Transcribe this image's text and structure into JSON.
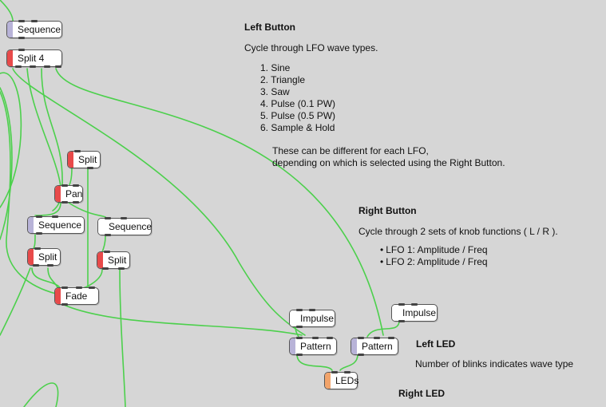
{
  "colors": {
    "wire": "#4cd04c",
    "sequence": "#b8b3d8",
    "split": "#e84a4a",
    "pan": "#e84a4a",
    "fade": "#e84a4a",
    "impulse": "#ffffff",
    "pattern": "#b8b3d8",
    "leds": "#f2a46b"
  },
  "nodes": {
    "seq_top": "Sequence",
    "split4": "Split 4",
    "split_a": "Split",
    "pan": "Pan",
    "seq_left": "Sequence",
    "seq_right": "Sequence",
    "split_left": "Split",
    "split_right": "Split",
    "fade": "Fade",
    "impulse_left": "Impulse",
    "impulse_right": "Impulse",
    "pattern_left": "Pattern",
    "pattern_right": "Pattern",
    "leds": "LEDs"
  },
  "notes": {
    "left_button": {
      "title": "Left Button",
      "desc": "Cycle through LFO wave types.",
      "items": [
        "1. Sine",
        "2. Triangle",
        "3. Saw",
        "4. Pulse (0.1 PW)",
        "5. Pulse (0.5 PW)",
        "6. Sample & Hold"
      ],
      "extra1": "These can be different for each LFO,",
      "extra2": "depending on which is selected using the Right Button."
    },
    "right_button": {
      "title": "Right Button",
      "desc": "Cycle through 2 sets of knob functions ( L / R ).",
      "items": [
        "LFO 1: Amplitude / Freq",
        "LFO 2: Amplitude / Freq"
      ]
    },
    "left_led": {
      "title": "Left LED",
      "desc": "Number of blinks indicates wave type"
    },
    "right_led": {
      "title": "Right LED"
    }
  }
}
